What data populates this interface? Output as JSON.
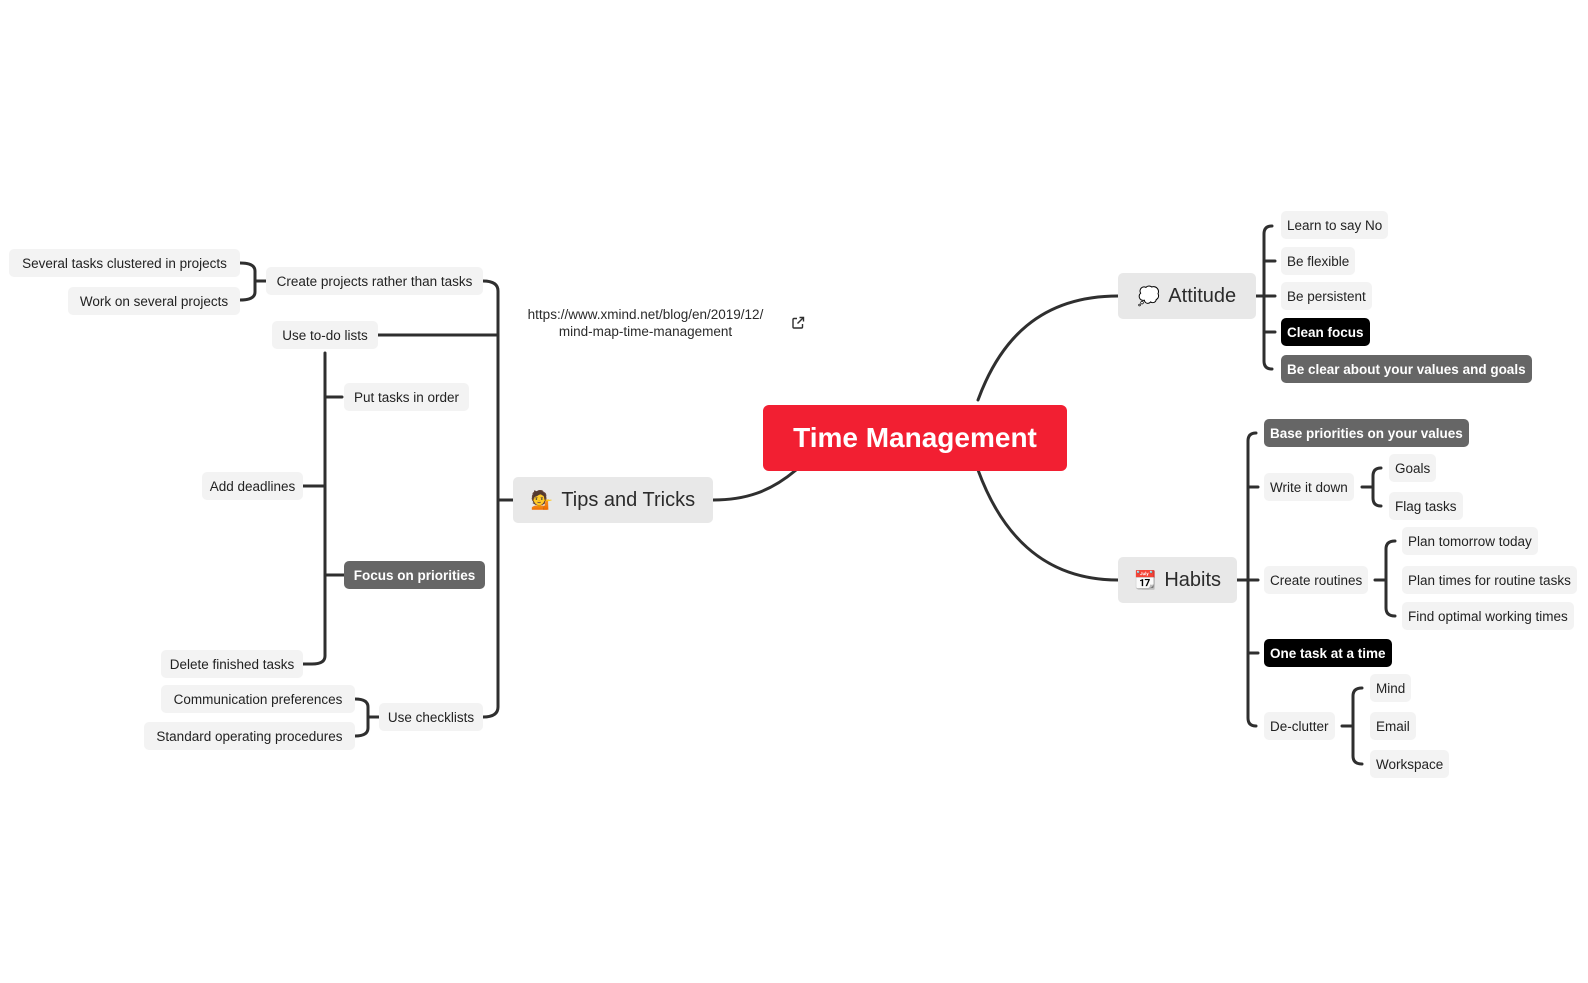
{
  "central": {
    "label": "Time Management",
    "color": "#f21f32"
  },
  "link": {
    "line1": "https://www.xmind.net/blog/en/2019/12/",
    "line2": "mind-map-time-management",
    "icon": "external-link-icon"
  },
  "attitude": {
    "label": "Attitude",
    "emoji": "💭",
    "icon": "thought-bubble-icon",
    "items": [
      "Learn to say No",
      "Be flexible",
      "Be persistent",
      "Clean focus",
      "Be clear about your values and goals"
    ]
  },
  "habits": {
    "label": "Habits",
    "emoji": "📆",
    "icon": "calendar-icon",
    "base_priorities": "Base priorities on your values",
    "write_it_down": {
      "label": "Write it down",
      "items": [
        "Goals",
        "Flag tasks"
      ]
    },
    "create_routines": {
      "label": "Create routines",
      "items": [
        "Plan tomorrow today",
        "Plan times for routine tasks",
        "Find optimal working times"
      ]
    },
    "one_task": "One task at a time",
    "declutter": {
      "label": "De-clutter",
      "items": [
        "Mind",
        "Email",
        "Workspace"
      ]
    }
  },
  "tips": {
    "label": "Tips and Tricks",
    "emoji": "💁",
    "icon": "person-tipping-hand-icon",
    "create_projects": {
      "label": "Create projects rather than tasks",
      "items": [
        "Several tasks clustered in projects",
        "Work on several projects"
      ]
    },
    "todo": {
      "label": "Use to-do lists",
      "items": [
        "Put tasks in order",
        "Add deadlines",
        "Focus on priorities",
        "Delete finished tasks"
      ]
    },
    "checklists": {
      "label": "Use checklists",
      "items": [
        "Communication preferences",
        "Standard operating procedures"
      ]
    }
  }
}
